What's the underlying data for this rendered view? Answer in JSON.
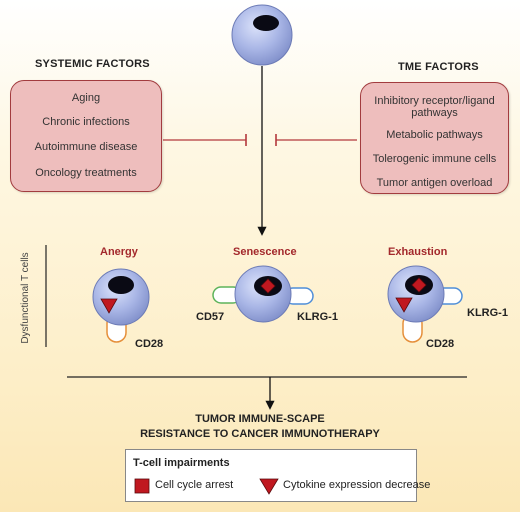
{
  "systemic_factors": {
    "heading": "SYSTEMIC FACTORS",
    "items": [
      "Aging",
      "Chronic infections",
      "Autoimmune disease",
      "Oncology treatments"
    ]
  },
  "tme_factors": {
    "heading": "TME FACTORS",
    "items": [
      "Inhibitory receptor/ligand",
      "pathways",
      "Metabolic pathways",
      "Tolerogenic immune cells",
      "Tumor antigen overload"
    ]
  },
  "side_label": "Dysfunctional T cells",
  "states": {
    "anergy": {
      "label": "Anergy",
      "markers": [
        "CD28"
      ]
    },
    "senescence": {
      "label": "Senescence",
      "markers": [
        "CD57",
        "KLRG-1"
      ]
    },
    "exhaustion": {
      "label": "Exhaustion",
      "markers": [
        "KLRG-1",
        "CD28"
      ]
    }
  },
  "outcome": {
    "line1": "TUMOR IMMUNE-SCAPE",
    "line2": "RESISTANCE TO CANCER IMMUNOTHERAPY"
  },
  "legend": {
    "title": "T-cell impairments",
    "items": [
      {
        "label": "Cell cycle arrest",
        "shape": "red-square-icon"
      },
      {
        "label": "Cytokine expression decrease",
        "shape": "red-triangle-icon"
      }
    ]
  },
  "colors": {
    "cell": "#a9b6e6",
    "nucleus": "#0a0a14",
    "box_fill": "#eebebd",
    "box_border": "#a23c3f",
    "inhibit": "#b3383c",
    "marker_red": "#c01820",
    "receptor_green": "#5db35a",
    "receptor_blue": "#4f8ed8",
    "receptor_orange": "#e58f3a"
  }
}
